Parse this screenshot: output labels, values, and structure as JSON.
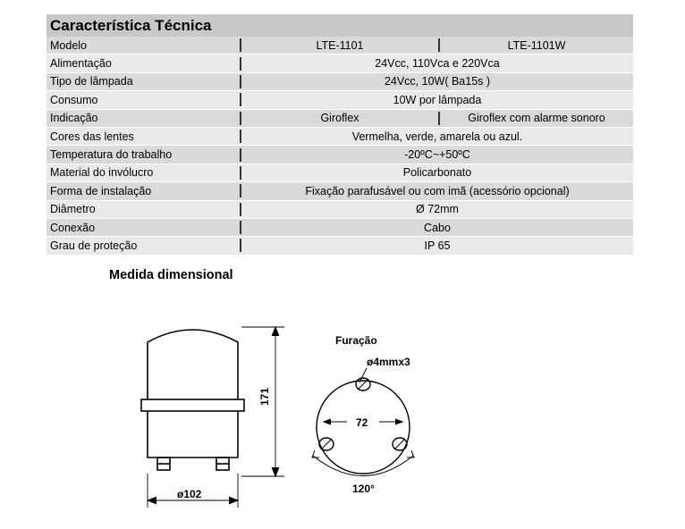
{
  "spec": {
    "title": "Característica Técnica",
    "rows": [
      {
        "label": "Modelo",
        "values": [
          "LTE-1101",
          "LTE-1101W"
        ]
      },
      {
        "label": "Alimentação",
        "values": [
          "24Vcc, 110Vca e 220Vca"
        ]
      },
      {
        "label": "Tipo de lâmpada",
        "values": [
          "24Vcc, 10W( Ba15s )"
        ]
      },
      {
        "label": "Consumo",
        "values": [
          "10W por lâmpada"
        ]
      },
      {
        "label": "Indicação",
        "values": [
          "Giroflex",
          "Giroflex com alarme sonoro"
        ]
      },
      {
        "label": "Cores das lentes",
        "values": [
          "Vermelha, verde, amarela ou azul."
        ]
      },
      {
        "label": "Temperatura do trabalho",
        "values": [
          "-20ºC~+50ºC"
        ]
      },
      {
        "label": "Material do invólucro",
        "values": [
          "Policarbonato"
        ]
      },
      {
        "label": "Forma de instalação",
        "values": [
          "Fixação parafusável ou com imã (acessório opcional)"
        ]
      },
      {
        "label": "Diâmetro",
        "values": [
          "Ø 72mm"
        ]
      },
      {
        "label": "Conexão",
        "values": [
          "Cabo"
        ]
      },
      {
        "label": "Grau de proteção",
        "values": [
          "IP 65"
        ]
      }
    ]
  },
  "dimensional": {
    "title": "Medida dimensional",
    "height_label": "171",
    "width_label": "ø102",
    "drilling_title": "Furação",
    "hole_label": "ø4mmx3",
    "hole_distance": "72",
    "angle_label": "120°"
  }
}
